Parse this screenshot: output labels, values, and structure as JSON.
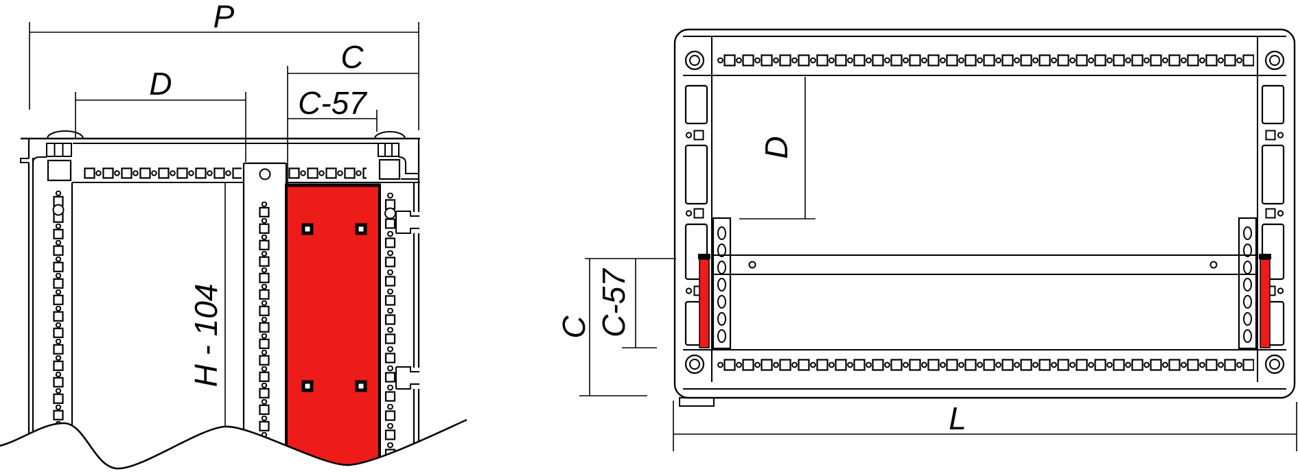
{
  "diagram": {
    "colors": {
      "highlight": "#ed1c1a",
      "line": "#000000",
      "background": "#ffffff"
    },
    "left_view": {
      "labels": {
        "p": "P",
        "d": "D",
        "c": "C",
        "c57": "C-57",
        "h104": "H - 104"
      }
    },
    "right_view": {
      "labels": {
        "d": "D",
        "c": "C",
        "c57": "C-57",
        "l": "L"
      }
    }
  }
}
